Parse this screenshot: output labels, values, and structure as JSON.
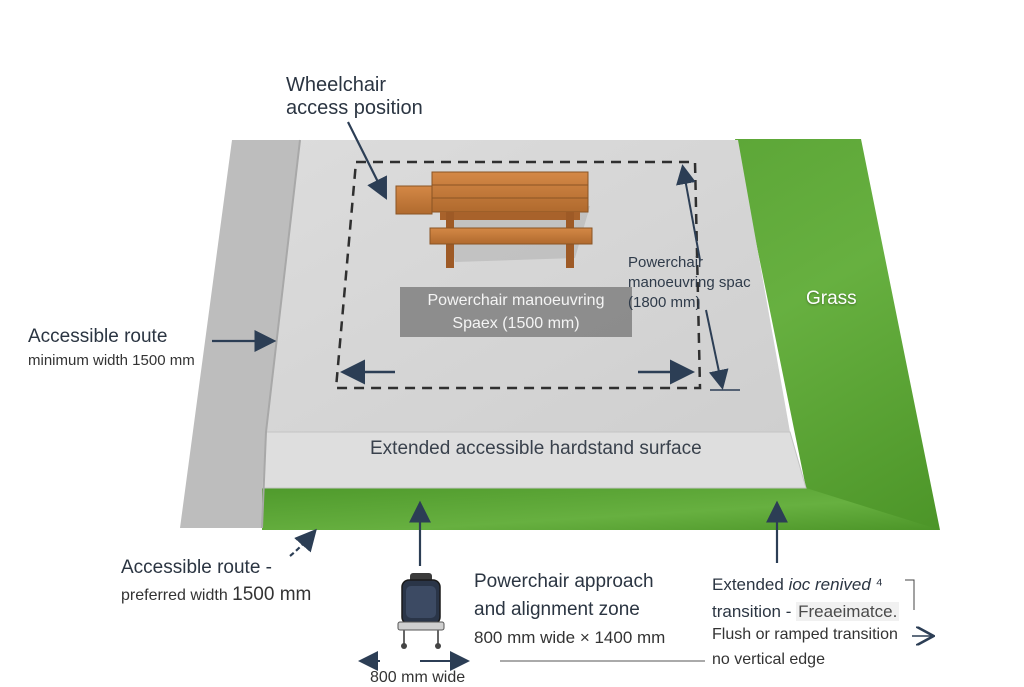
{
  "labels": {
    "wheelchair_access": "Wheelchair\naccess position",
    "accessible_route_1": "Accessible route",
    "accessible_route_1_sub": "minimum width 1500 mm",
    "accessible_route_2": "Accessible route -",
    "accessible_route_2_sub_a": "preferred width ",
    "accessible_route_2_sub_b": "1500 mm",
    "powerchair_space_box": "Powerchair manoeuvring\nSpaeх (1500 mm)",
    "powerchair_space_right": "Powerchair\nmanoeuvring spac\n(1800 mm)",
    "grass": "Grass",
    "hardstand": "Extended accessible hardstand surface",
    "approach_title": "Powerchair approach\nand alignment zone",
    "approach_sub": "800 mm wide × 1400 mm",
    "extended_a": "Extended ",
    "extended_b": "ioc renived",
    "extended_c": " ⁴",
    "transition_a": "transition - ",
    "transition_b": "Freaeimatce.",
    "flush": "Flush or ramped transition",
    "no_vertical": "no vertical edge",
    "width_800": "800 mm wide"
  },
  "colors": {
    "grass": "#5fa83a",
    "concrete": "#d7d7d7",
    "route_strip": "#b9b9b9",
    "bench_wood": "#c97a3a",
    "arrow": "#2c3e55"
  },
  "icons": [
    "wheelchair-icon",
    "picnic-table-icon"
  ]
}
